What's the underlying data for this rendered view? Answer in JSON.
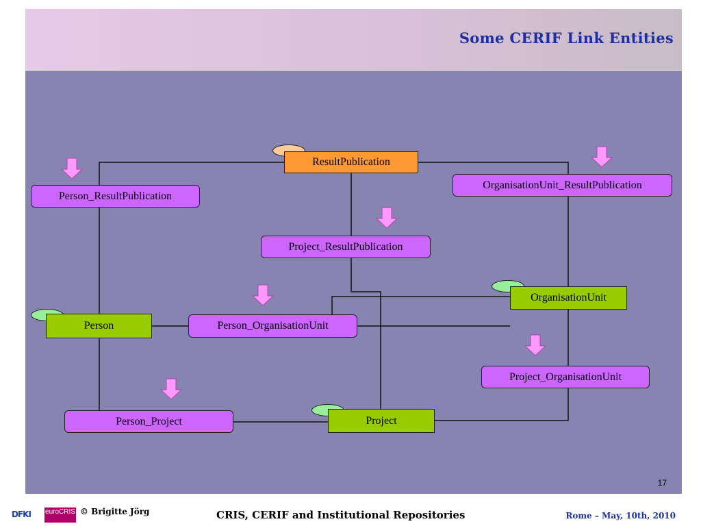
{
  "slide": {
    "title": "Some CERIF Link Entities",
    "page_number": "17"
  },
  "diagram": {
    "entities": {
      "result_publication": "ResultPublication",
      "person": "Person",
      "organisation_unit": "OrganisationUnit",
      "project": "Project"
    },
    "links": {
      "person_result_publication": "Person_ResultPublication",
      "organisation_unit_result_publication": "OrganisationUnit_ResultPublication",
      "project_result_publication": "Project_ResultPublication",
      "person_organisation_unit": "Person_OrganisationUnit",
      "project_organisation_unit": "Project_OrganisationUnit",
      "person_project": "Person_Project"
    },
    "colors": {
      "link_entity": "#cc66ff",
      "base_entity": "#99cc00",
      "result_entity": "#ff9933",
      "arrow": "#ff99ff"
    }
  },
  "footer": {
    "author": "© Brigitte Jörg",
    "center_title": "CRIS, CERIF and Institutional Repositories",
    "location_date": "Rome – May, 10th, 2010",
    "logo_dfki": "DFKI",
    "logo_eurocris": "euroCRIS"
  }
}
